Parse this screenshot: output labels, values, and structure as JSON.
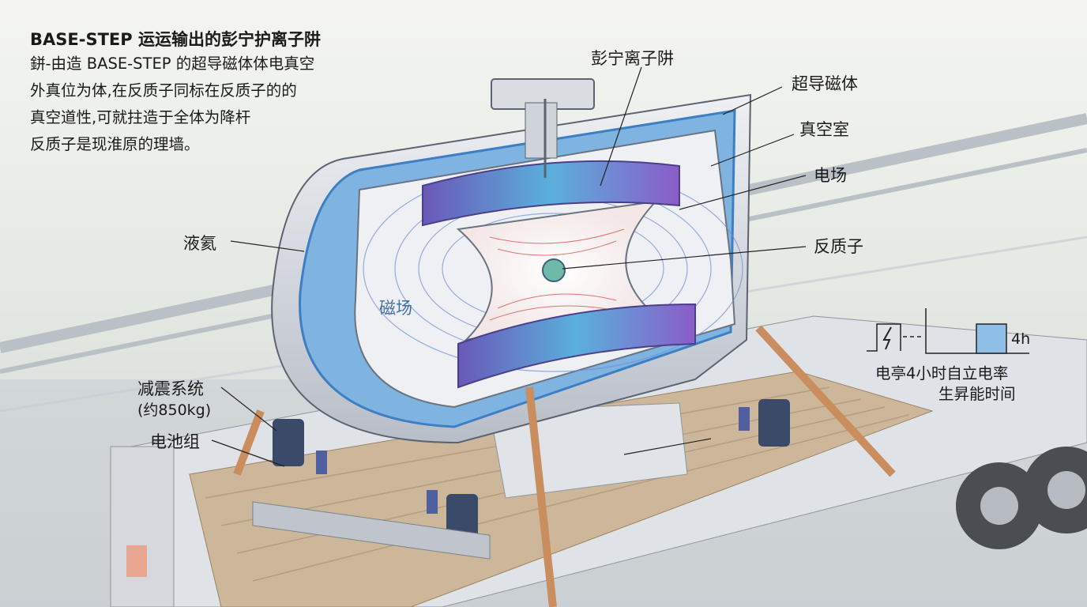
{
  "header": {
    "title": "BASE-STEP 运运输出的彭宁护离子阱",
    "description": [
      "鉼-由造 BASE-STEP 的超导磁体体电真空",
      "外真位为体,在反质子同标在反质子的的",
      "真空道性,可就拄造于全体为降杆",
      "反质子是现淮原的理墙。"
    ]
  },
  "labels": {
    "penning_trap": "彭宁离子阱",
    "superconducting_magnet": "超导磁体",
    "vacuum_chamber": "真空室",
    "electric_field": "电场",
    "antiproton": "反质子",
    "liquid_helium": "液氦",
    "magnetic_field": "磁场",
    "damping_system": "减震系统",
    "damping_weight": "(约850kg)",
    "battery_pack": "电池组"
  },
  "battery_inset": {
    "duration": "4h",
    "caption": [
      "电亭4小时自立电率",
      "生昇能时间"
    ]
  },
  "colors": {
    "helium_blue": "#5b9bd5",
    "coil_purple": "#7b5fc0",
    "coil_blue": "#5aa0d8",
    "steel": "#c9ced6",
    "strap": "#c98d5e",
    "deck": "#cdb79a"
  }
}
